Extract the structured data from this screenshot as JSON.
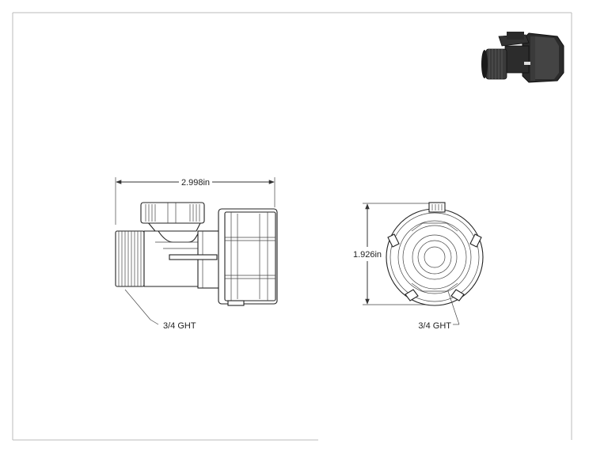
{
  "drawing": {
    "side_view": {
      "width_dimension": "2.998in",
      "thread_callout": "3/4 GHT"
    },
    "end_view": {
      "height_dimension": "1.926in",
      "thread_callout": "3/4 GHT"
    },
    "thumbnail": {
      "icon": "valve-3d-render-icon"
    }
  }
}
